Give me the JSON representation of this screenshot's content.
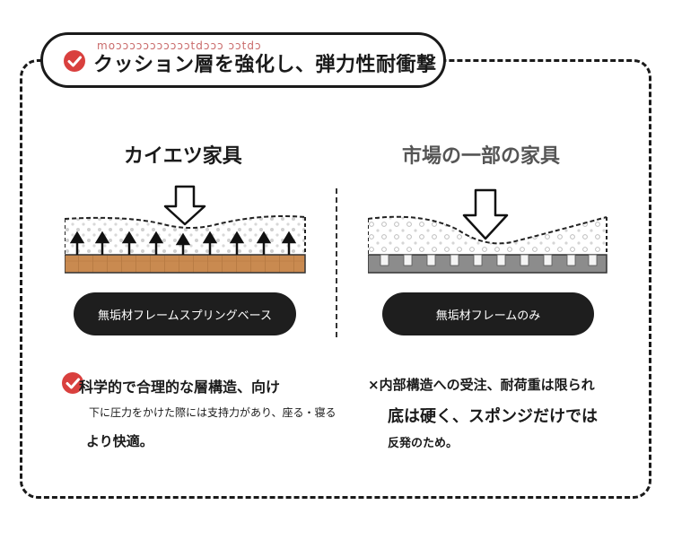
{
  "header": {
    "title": "クッション層を強化し、弾力性耐衝撃",
    "overlay_garble": "moɔɔɔɔɔɔɔɔɔɔɔtdɔɔɔ ɔɔtdɔ"
  },
  "left": {
    "heading": "カイエツ家具",
    "pill_label": "無垢材フレームスプリングベース",
    "line1": "科学的で合理的な層構造、向け",
    "line2": "下に圧力をかけた際には支持力があり、座る・寝る",
    "line3": "より快適。"
  },
  "right": {
    "heading": "市場の一部の家具",
    "pill_label": "無垢材フレームのみ",
    "line1": "×内部構造への受注、耐荷重は限られ",
    "line2": "底は硬く、スポンジだけでは",
    "line3": "反発のため。"
  },
  "colors": {
    "check_red": "#d9403e",
    "pill_bg": "#1e1e1e",
    "wood": "#c98a50",
    "gray_base": "#8c8c8c"
  }
}
